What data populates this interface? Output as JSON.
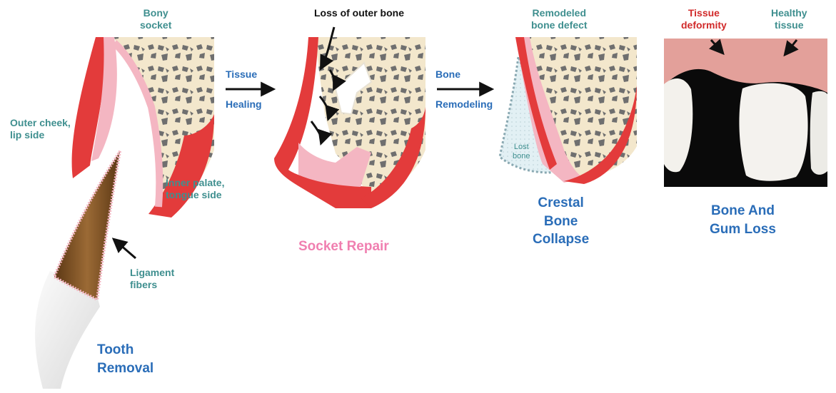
{
  "stage1": {
    "label_bony_socket": [
      "Bony",
      "socket"
    ],
    "label_outer_cheek": [
      "Outer cheek,",
      "lip side"
    ],
    "label_inner_palate": [
      "Inner palate,",
      "tongue side"
    ],
    "label_ligament": [
      "Ligament",
      "fibers"
    ],
    "title": [
      "Tooth",
      "Removal"
    ]
  },
  "arrow1": {
    "top": "Tissue",
    "bottom": "Healing"
  },
  "stage2": {
    "label_loss": "Loss of outer bone",
    "title": "Socket Repair"
  },
  "arrow2": {
    "top": "Bone",
    "bottom": "Remodeling"
  },
  "stage3": {
    "label_remodeled": [
      "Remodeled",
      "bone defect"
    ],
    "label_lost": [
      "Lost",
      "bone"
    ],
    "title": [
      "Crestal",
      "Bone",
      "Collapse"
    ]
  },
  "stage4": {
    "label_tissue_deformity": [
      "Tissue",
      "deformity"
    ],
    "label_healthy": [
      "Healthy",
      "tissue"
    ],
    "title": [
      "Bone And",
      "Gum Loss"
    ]
  },
  "colors": {
    "bone": "#f3e7cc",
    "bone_spots": "#6f6f6f",
    "gum_red": "#e33b3b",
    "soft_pink": "#f4b6c2",
    "tooth_root": "#7a4e22",
    "crown_gray": "#e6e6e6",
    "teal_text": "#3f8f8f",
    "blue_text": "#2a6db8",
    "pink_text": "#f07fb0",
    "red_text": "#d12a2a"
  }
}
